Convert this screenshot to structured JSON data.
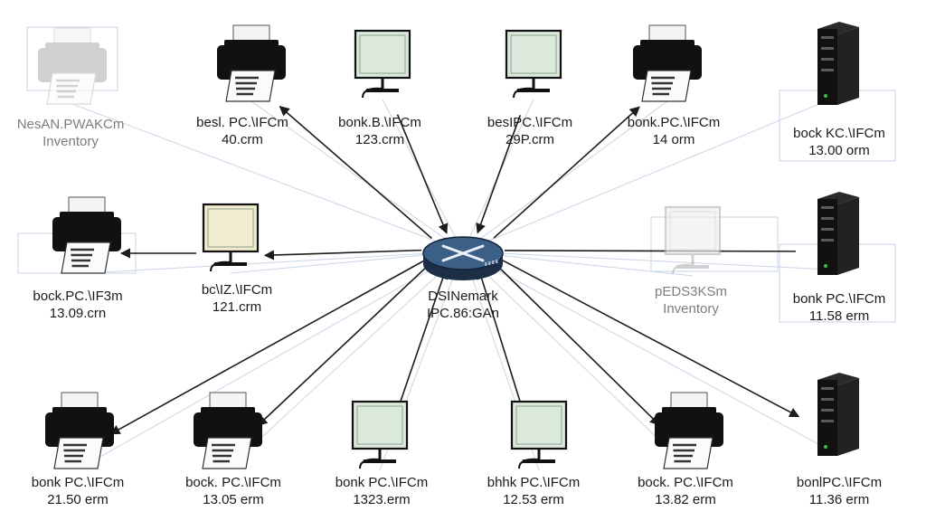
{
  "colors": {
    "device_body": "#111111",
    "paper": "#f4f4f4",
    "monitor_screen": "#dbe8dc",
    "monitor_screen_cream": "#f1ecd0",
    "router_top": "#3b5f86",
    "router_side": "#1d2f47",
    "link_line": "#1c1c1c",
    "faint_line": "#c9d6e6",
    "faded_device": "#b8b8b8",
    "text": "#1a1a1a",
    "faded_text": "#7d7d7d"
  },
  "hub": {
    "icon": "router-icon",
    "line1": "DSINemark",
    "line2": "IPC.86:GAn"
  },
  "nodes": [
    {
      "id": "top-left-inventory",
      "icon": "printer-icon",
      "faded": true,
      "line1": "NesAN.PWAKCm",
      "line2": "Inventory"
    },
    {
      "id": "top-printer-1",
      "icon": "printer-icon",
      "line1": "besl. PC.\\IFCm",
      "line2": "40.crm"
    },
    {
      "id": "top-monitor-1",
      "icon": "monitor-icon",
      "line1": "bonk.B.\\IFCm",
      "line2": "123.crm"
    },
    {
      "id": "top-monitor-2",
      "icon": "monitor-icon",
      "line1": "besIPC.\\IFCm",
      "line2": "29P.crm"
    },
    {
      "id": "top-printer-2",
      "icon": "printer-icon",
      "line1": "bonk.PC.\\IFCm",
      "line2": "14 orm"
    },
    {
      "id": "top-right-server",
      "icon": "server-icon",
      "line1": "bock KC.\\IFCm",
      "line2": "13.00 orm"
    },
    {
      "id": "mid-left-printer",
      "icon": "printer-icon",
      "line1": "bock.PC.\\IF3m",
      "line2": "13.09.crn"
    },
    {
      "id": "mid-left-monitor",
      "icon": "monitor-icon",
      "line1": "bc\\IZ.\\IFCm",
      "line2": "121.crm"
    },
    {
      "id": "mid-right-inventory",
      "icon": "monitor-icon",
      "faded": true,
      "line1": "pEDS3KSm",
      "line2": "Inventory"
    },
    {
      "id": "mid-right-server",
      "icon": "server-icon",
      "line1": "bonk PC.\\IFCm",
      "line2": "11.58 erm"
    },
    {
      "id": "bottom-printer-1",
      "icon": "printer-icon",
      "line1": "bonk PC.\\IFCm",
      "line2": "21.50 erm"
    },
    {
      "id": "bottom-printer-2",
      "icon": "printer-icon",
      "line1": "bock. PC.\\IFCm",
      "line2": "13.05 erm"
    },
    {
      "id": "bottom-monitor-1",
      "icon": "monitor-icon",
      "line1": "bonk PC.\\IFCm",
      "line2": "1323.erm"
    },
    {
      "id": "bottom-monitor-2",
      "icon": "monitor-icon",
      "line1": "bhhk PC.\\IFCm",
      "line2": "12.53 erm"
    },
    {
      "id": "bottom-printer-3",
      "icon": "printer-icon",
      "line1": "bock. PC.\\IFCm",
      "line2": "13.82 erm"
    },
    {
      "id": "bottom-right-server",
      "icon": "server-icon",
      "line1": "bonlPC.\\IFCm",
      "line2": "11.36 erm"
    }
  ],
  "links": [
    {
      "from": "hub",
      "to": "top-printer-1",
      "arrow": "end"
    },
    {
      "from": "hub",
      "to": "top-monitor-1",
      "arrow": "start"
    },
    {
      "from": "hub",
      "to": "top-monitor-2",
      "arrow": "start"
    },
    {
      "from": "hub",
      "to": "top-printer-2",
      "arrow": "end"
    },
    {
      "from": "hub",
      "to": "mid-left-monitor",
      "arrow": "end"
    },
    {
      "from": "mid-left-monitor",
      "to": "mid-left-printer",
      "arrow": "end"
    },
    {
      "from": "hub",
      "to": "mid-right-server",
      "arrow": "none"
    },
    {
      "from": "hub",
      "to": "bottom-printer-1",
      "arrow": "end"
    },
    {
      "from": "hub",
      "to": "bottom-printer-2",
      "arrow": "end"
    },
    {
      "from": "hub",
      "to": "bottom-monitor-1",
      "arrow": "both"
    },
    {
      "from": "hub",
      "to": "bottom-monitor-2",
      "arrow": "both"
    },
    {
      "from": "hub",
      "to": "bottom-printer-3",
      "arrow": "end"
    },
    {
      "from": "hub",
      "to": "bottom-right-server",
      "arrow": "end"
    }
  ]
}
